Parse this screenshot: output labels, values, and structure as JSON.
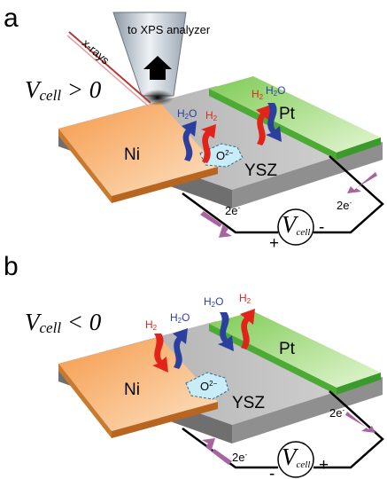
{
  "panels": {
    "a": {
      "letter": "a",
      "condition_text": "Vcell > 0",
      "xray_label": "x-rays",
      "analyzer_label": "to XPS analyzer",
      "electrode_left": "Ni",
      "electrode_right": "Pt",
      "electrolyte": "YSZ",
      "ion": "O2-",
      "electron_left": "2e-",
      "electron_right": "2e-",
      "voltmeter": "Vcell",
      "plus": "+",
      "minus": "-",
      "molecules_left": [
        "H2O",
        "H2"
      ],
      "molecules_right": [
        "H2",
        "H2O"
      ]
    },
    "b": {
      "letter": "b",
      "condition_text": "Vcell < 0",
      "electrode_left": "Ni",
      "electrode_right": "Pt",
      "electrolyte": "YSZ",
      "ion": "O2-",
      "electron_left": "2e-",
      "electron_right": "2e-",
      "voltmeter": "Vcell",
      "plus": "+",
      "minus": "-",
      "molecules_left": [
        "H2",
        "H2O"
      ],
      "molecules_right": [
        "H2O",
        "H2"
      ]
    }
  },
  "colors": {
    "ni_orange": "#f6a25a",
    "ni_edge": "#b8661f",
    "pt_green": "#8fd36a",
    "pt_edge": "#3a9b2c",
    "ysz_top": "#c9c9c9",
    "ysz_side": "#8a8a8a",
    "h2_red": "#e2231a",
    "h2o_blue": "#2b3f9e",
    "electron_arrow": "#a7649f",
    "oxygen_cloud": "#c8ecf8"
  }
}
